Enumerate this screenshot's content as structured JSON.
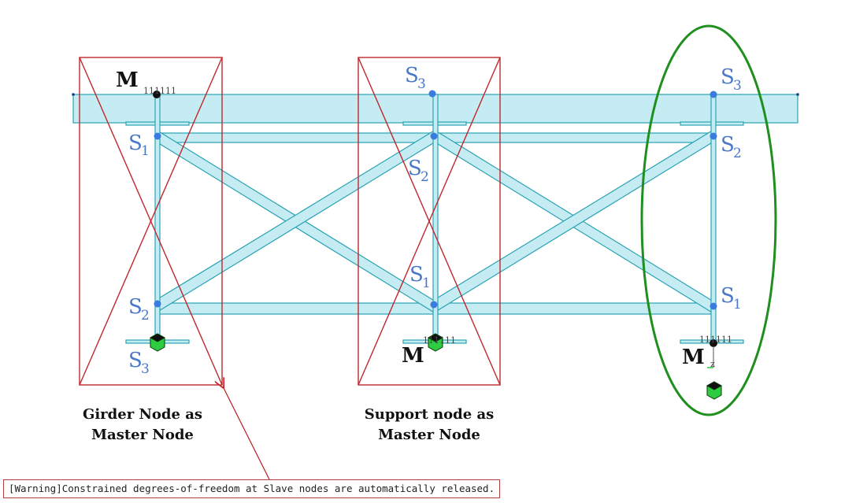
{
  "labels": {
    "left": {
      "master": "M",
      "code": "111111",
      "s1": "S",
      "s1_sub": "1",
      "s2": "S",
      "s2_sub": "2",
      "s3": "S",
      "s3_sub": "3"
    },
    "middle": {
      "master": "M",
      "code": "111111",
      "s1": "S",
      "s1_sub": "1",
      "s2": "S",
      "s2_sub": "2",
      "s3": "S",
      "s3_sub": "3"
    },
    "right": {
      "master": "M",
      "code": "111111",
      "s1": "S",
      "s1_sub": "1",
      "s2": "S",
      "s2_sub": "2",
      "s3": "S",
      "s3_sub": "3",
      "axis": "z"
    }
  },
  "captions": {
    "left_line1": "Girder Node as",
    "left_line2": "Master Node",
    "middle_line1": "Support node as",
    "middle_line2": "Master Node"
  },
  "warning": "[Warning]Constrained degrees-of-freedom at Slave nodes are automatically released.",
  "colors": {
    "member_fill": "#c5ecf2",
    "member_stroke": "#2aa3b3",
    "node": "#3a7be0",
    "master_node": "#111111",
    "cross_box": "#c0272d",
    "ellipse": "#1f8f1f",
    "support": "#2ecc40",
    "label_blue": "#4a78c8"
  }
}
